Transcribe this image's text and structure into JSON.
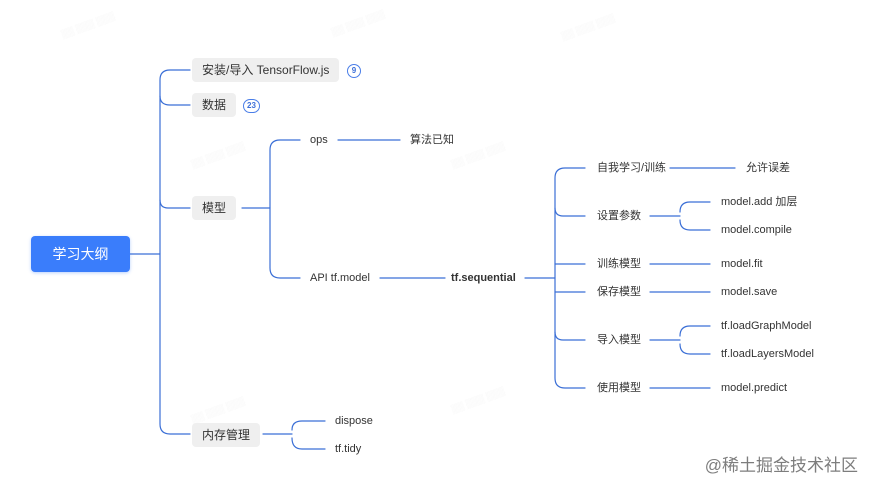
{
  "root": "学习大纲",
  "branches": {
    "install": {
      "label": "安装/导入 TensorFlow.js",
      "badge": "9"
    },
    "data": {
      "label": "数据",
      "badge": "23"
    },
    "model": {
      "label": "模型"
    },
    "memory": {
      "label": "内存管理"
    }
  },
  "model_tree": {
    "ops": "ops",
    "ops_child": "算法已知",
    "api": "API tf.model",
    "sequential": "tf.sequential",
    "self_learn": "自我学习/训练",
    "self_learn_child": "允许误差",
    "set_params": "设置参数",
    "model_add": "model.add 加层",
    "model_compile": "model.compile",
    "train": "训练模型",
    "model_fit": "model.fit",
    "save": "保存模型",
    "model_save": "model.save",
    "import": "导入模型",
    "load_graph": "tf.loadGraphModel",
    "load_layers": "tf.loadLayersModel",
    "use": "使用模型",
    "model_predict": "model.predict"
  },
  "memory_tree": {
    "dispose": "dispose",
    "tidy": "tf.tidy"
  },
  "footer": "@稀土掘金技术社区",
  "colors": {
    "accent": "#3a7dfb",
    "line": "#3b6fd6"
  }
}
